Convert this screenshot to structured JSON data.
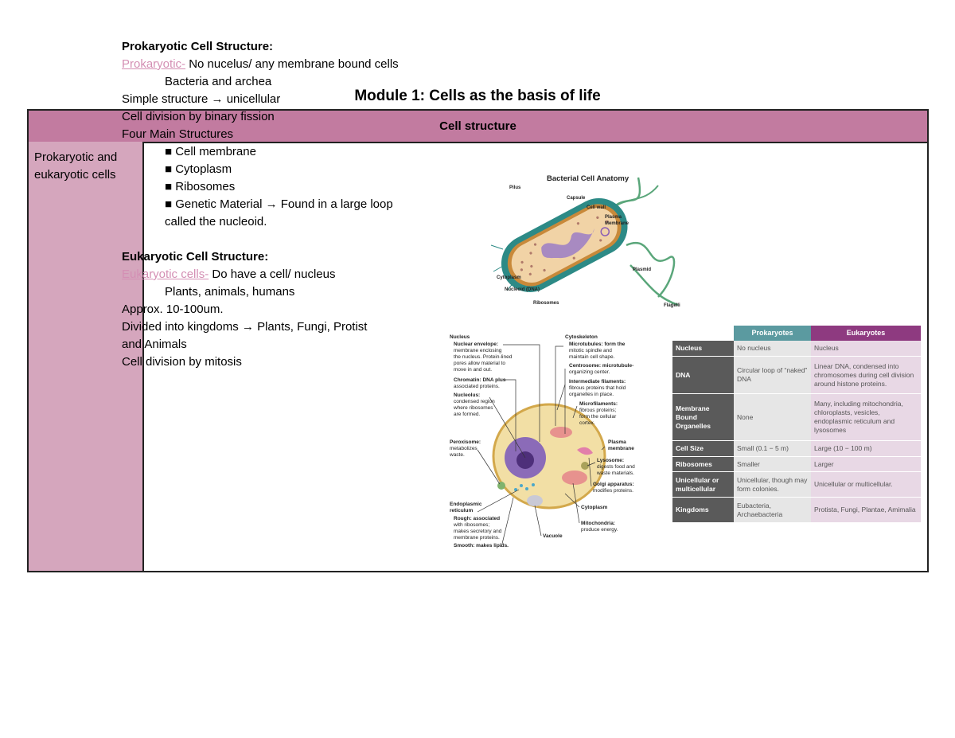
{
  "title": "Module 1: Cells as the basis of life",
  "table": {
    "header": "Cell structure",
    "row_label": "Prokaryotic and eukaryotic cells",
    "row_label_lines": [
      "Prokaryotic and",
      "eukaryotic cells"
    ],
    "lines": {
      "p_heading": "Prokaryotic Cell Structure:",
      "p_link": "Prokaryotic-",
      "p_def": " No nucelus/ any membrane bound cells",
      "p_examples": "Bacteria and archea",
      "p_simple": "Simple structure → unicellular",
      "p_division": "Cell division by binary fission",
      "p_four": "Four Main Structures",
      "p_b1": "■ Cell membrane",
      "p_b2": "■ Cytoplasm",
      "p_b3": "■ Ribosomes",
      "p_b4": "■ Genetic Material → Found in a large  loop",
      "p_b4b": "called the nucleoid.",
      "e_heading": "Eukaryotic Cell Structure:",
      "e_link": "Eukaryotic cells-",
      "e_def": " Do have a cell/ nucleus",
      "e_examples": "Plants, animals, humans",
      "e_size": "Approx. 10-100um.",
      "e_kingdoms": "Divided into kingdoms → Plants, Fungi, Protist",
      "e_kingdoms2": "and Animals",
      "e_division": "Cell division by mitosis"
    }
  },
  "bacteria_figure": {
    "title": "Bacterial Cell Anatomy",
    "labels": [
      "Pilus",
      "Capsule",
      "Cell wall",
      "Plasma",
      "Membrane",
      "Plasmid",
      "Cytoplasm",
      "Nucleoid (DNA)",
      "Ribosomes",
      "Flagelli"
    ]
  },
  "eukaryote_figure": {
    "left_labels": {
      "nucleus": "Nucleus",
      "envelope": [
        "Nuclear envelope:",
        "membrane enclosing",
        "the nucleus. Protein-lined",
        "pores allow material to",
        "move in and out."
      ],
      "chromatin": [
        "Chromatin: DNA plus",
        "associated proteins."
      ],
      "nucleolus": [
        "Nucleolus:",
        "condensed region",
        "where ribosomes",
        "are formed."
      ],
      "peroxisome": [
        "Peroxisome:",
        "metabolizes",
        "waste."
      ],
      "er": [
        "Endoplasmic",
        "reticulum"
      ],
      "rough": [
        "Rough: associated",
        "with ribosomes;",
        "makes secretory and",
        "membrane proteins."
      ],
      "smooth": "Smooth: makes lipids."
    },
    "right_labels": {
      "cytoskeleton": "Cytoskeleton",
      "microtubules": [
        "Microtubules: form the",
        "mitotic spindle and",
        "maintain cell shape."
      ],
      "centrosome": [
        "Centrosome: microtubule-",
        "organizing center."
      ],
      "intermediate": [
        "Intermediate filaments:",
        "fibrous proteins that hold",
        "organelles in place."
      ],
      "microfilaments": [
        "Microfilaments:",
        "fibrous proteins;",
        "form the cellular",
        "cortex."
      ],
      "plasma": [
        "Plasma",
        "membrane"
      ],
      "lysosome": [
        "Lysosome:",
        "digests food and",
        "waste materials."
      ],
      "golgi": [
        "Golgi apparatus:",
        "modifies proteins."
      ],
      "cytoplasm": "Cytoplasm",
      "mitochondria": [
        "Mitochondria:",
        "produce energy."
      ],
      "vacuole": "Vacuole"
    }
  },
  "comparison": {
    "headers": [
      "Prokaryotes",
      "Eukaryotes"
    ],
    "colors": {
      "prok": "#5b9aa0",
      "euk": "#8e3a80",
      "row_head": "#5a5a5a",
      "prok_cell": "#e6e6e6",
      "euk_cell": "#e8d8e5"
    },
    "rows": [
      {
        "label": "Nucleus",
        "prok": "No nucleus",
        "euk": "Nucleus"
      },
      {
        "label": "DNA",
        "prok": "Circular loop of “naked” DNA",
        "euk": "Linear DNA, condensed into chromosomes during cell division around histone proteins."
      },
      {
        "label": "Membrane Bound Organelles",
        "prok": "None",
        "euk": "Many, including mitochondria, chloroplasts, vesicles, endoplasmic reticulum and lysosomes"
      },
      {
        "label": "Cell Size",
        "prok": "Small (0.1 − 5 m)",
        "euk": "Large (10 − 100 m)"
      },
      {
        "label": "Ribosomes",
        "prok": "Smaller",
        "euk": "Larger"
      },
      {
        "label": "Unicellular or multicellular",
        "prok": "Unicellular, though may form colonies.",
        "euk": "Unicellular or multicellular."
      },
      {
        "label": "Kingdoms",
        "prok": "Eubacteria, Archaebacteria",
        "euk": "Protista, Fungi, Plantae, Amimalia"
      }
    ]
  }
}
